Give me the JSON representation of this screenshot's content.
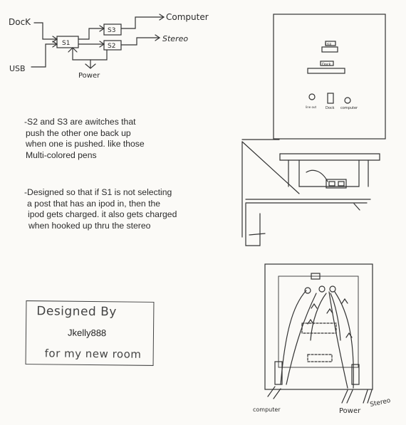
{
  "schematic": {
    "dock": "DocK",
    "usb": "USB",
    "s1": "S1",
    "s2": "S2",
    "s3": "S3",
    "computer": "Computer",
    "stereo": "Stereo",
    "power": "Power"
  },
  "notes": {
    "para1": [
      "-S2 and S3 are awitches that",
      "push the other one back up",
      "when one is pushed. like those",
      "Multi-colored pens"
    ],
    "para2": [
      "-Designed so that if S1 is not selecting",
      "a post that has an ipod in, then the",
      "ipod gets charged. it also gets charged",
      "when hooked up thru the stereo"
    ]
  },
  "front_panel": {
    "label_left": "line out",
    "label_mid": "Dock",
    "label_right": "computer",
    "label_top": "USB"
  },
  "credit": {
    "title": "Designed By",
    "name": "Jkelly888",
    "subtitle": "for my new room"
  },
  "back_view": {
    "computer": "computer",
    "power": "Power",
    "stereo": "Stereo"
  }
}
